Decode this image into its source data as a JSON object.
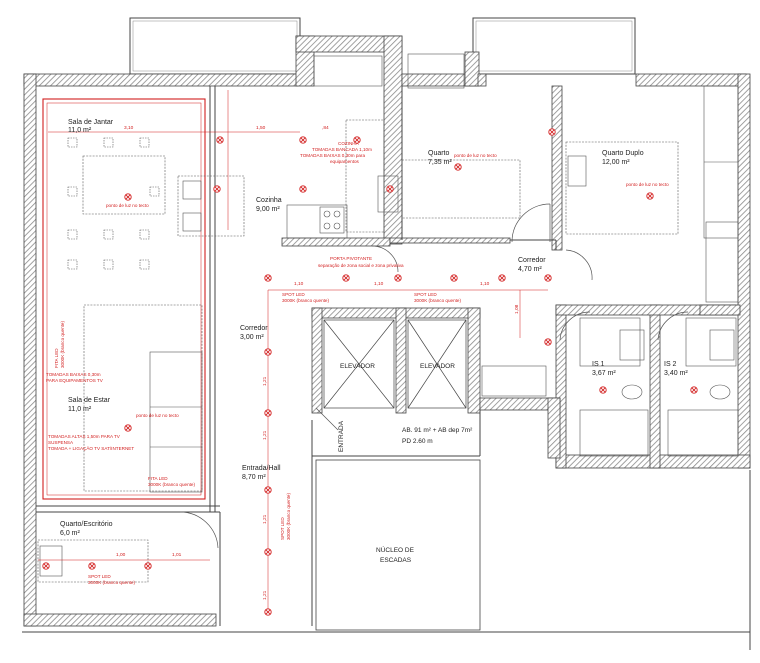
{
  "plan": {
    "rooms": [
      {
        "name": "Sala de Jantar",
        "area": "11,0 m²"
      },
      {
        "name": "Cozinha",
        "area": "9,00 m²"
      },
      {
        "name": "Quarto",
        "area": "7,35 m²"
      },
      {
        "name": "Quarto Duplo",
        "area": "12,00 m²"
      },
      {
        "name": "Corredor",
        "area": "4,70 m²"
      },
      {
        "name": "Corredor",
        "area": "3,00 m²"
      },
      {
        "name": "Sala de Estar",
        "area": "11,0 m²"
      },
      {
        "name": "Entrada/Hall",
        "area": "8,70 m²"
      },
      {
        "name": "Quarto/Escritório",
        "area": "6,0 m²"
      },
      {
        "name": "IS 1",
        "area": "3,67 m²"
      },
      {
        "name": "IS 2",
        "area": "3,40 m²"
      }
    ],
    "labels": {
      "elevator": "ELEVADOR",
      "entrance": "ENTRADA",
      "stairs_line1": "NÚCLEO DE",
      "stairs_line2": "ESCADAS",
      "area_info": "AB. 91 m² + AB dep 7m²",
      "pd_info": "PD 2.60 m"
    },
    "notes": {
      "ceiling_light": "ponto de luz no tecto",
      "spot_led": "SPOT LED",
      "spot_led_color": "3000K (branco quente)",
      "fita_led": "FITA LED",
      "fita_led_color": "3000K (branco quente)",
      "porta_pivotante": "PORTA PIVOTANTE",
      "porta_pivotante_sub": "separação de zona social e zona privativa",
      "tomadas_bancada": "TOMADAS BANCADA 1,10m",
      "tomadas_baixas": "TOMADAS BAIXAS 0,30m para",
      "tomadas_baixas_sub": "equipamentos",
      "tomadas_tv_1": "TOMADAS BAIXAS 0,30m",
      "tomadas_tv_2": "PARA EQUIPAMENTOS TV",
      "tomadas_tv_3": "TOMADAS ALTAS 1,50m PARA TV",
      "tomadas_tv_4": "SUSPENSA",
      "tomadas_tv_5": "TOMADA + LIGAÇÃO TV SAT/INTERNET",
      "cozinha_tag": "COZINHA"
    },
    "dimensions": {
      "d310": "3,10",
      "d150": "1,50",
      "d84": ",84",
      "d110a": "1,10",
      "d110b": "1,10",
      "d110c": "1,10",
      "d108": "1,08",
      "d100": "1,00",
      "d101": "1,01",
      "d121": "1,21"
    },
    "colors": {
      "wall": "#444444",
      "wall_hatch": "#9a9a9a",
      "annotation": "#d21e1e",
      "furniture": "#555555"
    }
  }
}
